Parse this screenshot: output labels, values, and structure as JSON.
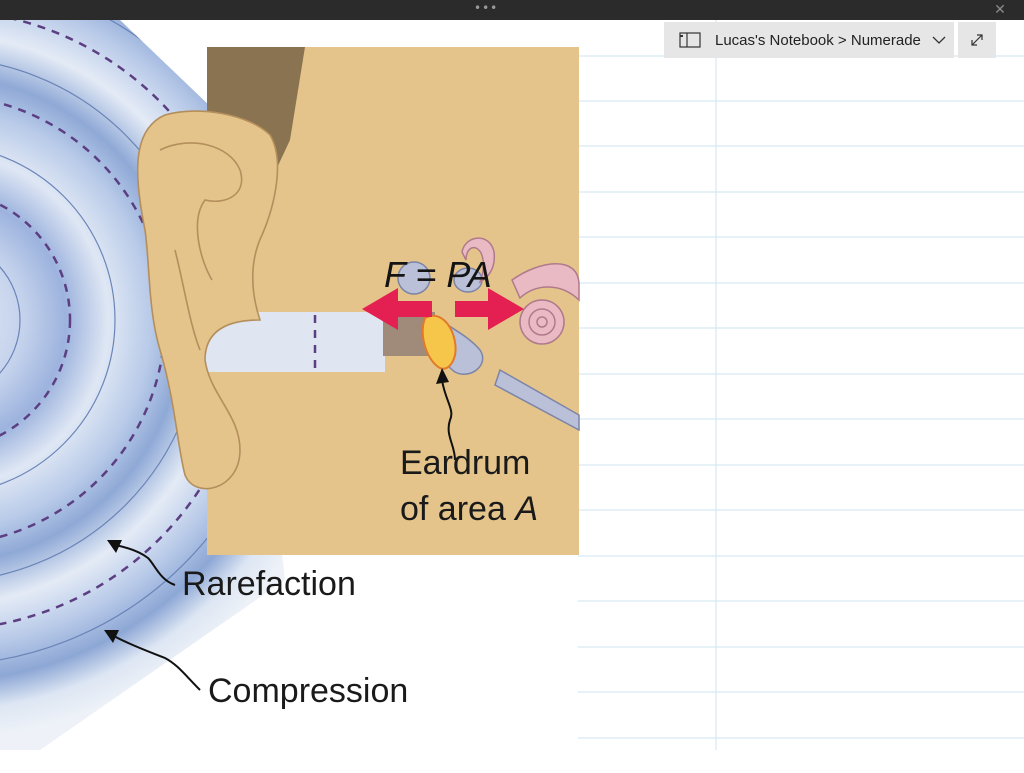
{
  "window": {
    "grip": "•••",
    "close_glyph": "✕"
  },
  "notebook": {
    "path": "Lucas's Notebook > Numerade",
    "icon": "notebook-icon",
    "chevron": "chevron-down-icon"
  },
  "toolbar": {
    "expand_icon": "expand-icon"
  },
  "figure": {
    "equation": "F = PA",
    "eardrum_line1": "Eardrum",
    "eardrum_line2_prefix": "of area ",
    "eardrum_line2_var": "A",
    "rarefaction": "Rarefaction",
    "compression": "Compression"
  },
  "colors": {
    "ruled_line": "#c9e6f2",
    "margin_line": "#c9e6f2",
    "skin": "#e4c48a",
    "arrow": "#e41f52",
    "wave_blue": "#8fa9d6"
  }
}
